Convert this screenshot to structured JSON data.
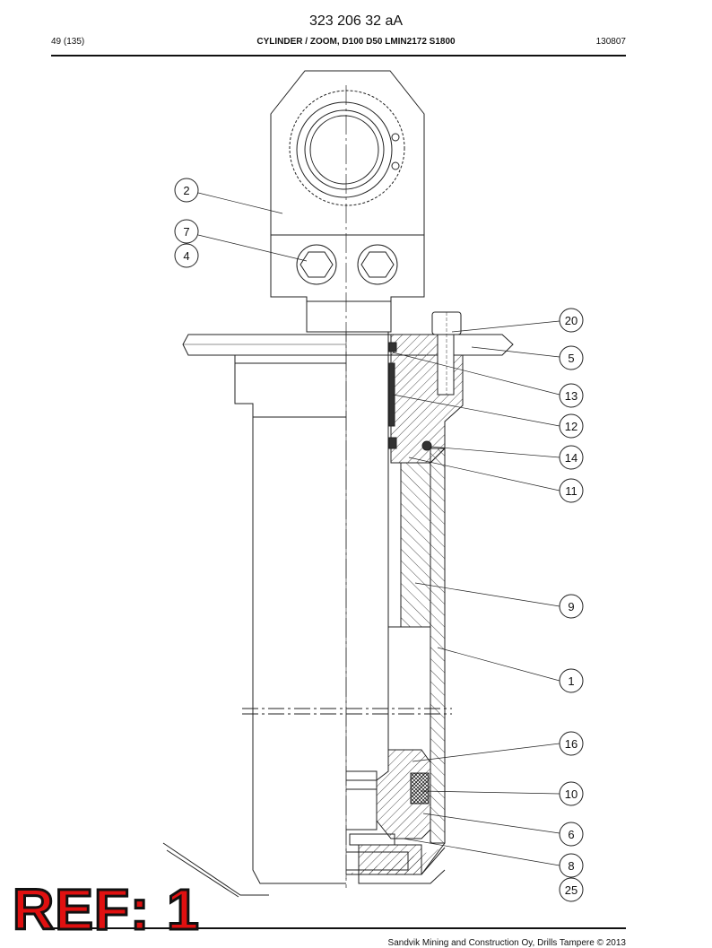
{
  "header": {
    "document_number": "323 206 32 aA",
    "page": "49 (135)",
    "title": "CYLINDER / ZOOM, D100 D50 LMIN2172 S1800",
    "date_code": "130807"
  },
  "callouts": [
    "2",
    "7",
    "4",
    "20",
    "5",
    "13",
    "12",
    "14",
    "11",
    "9",
    "1",
    "16",
    "10",
    "6",
    "8",
    "25"
  ],
  "stamp": {
    "text": "REF: 1",
    "color": "#e01010"
  },
  "footer": {
    "copyright": "Sandvik Mining and Construction Oy, Drills Tampere © 2013"
  }
}
